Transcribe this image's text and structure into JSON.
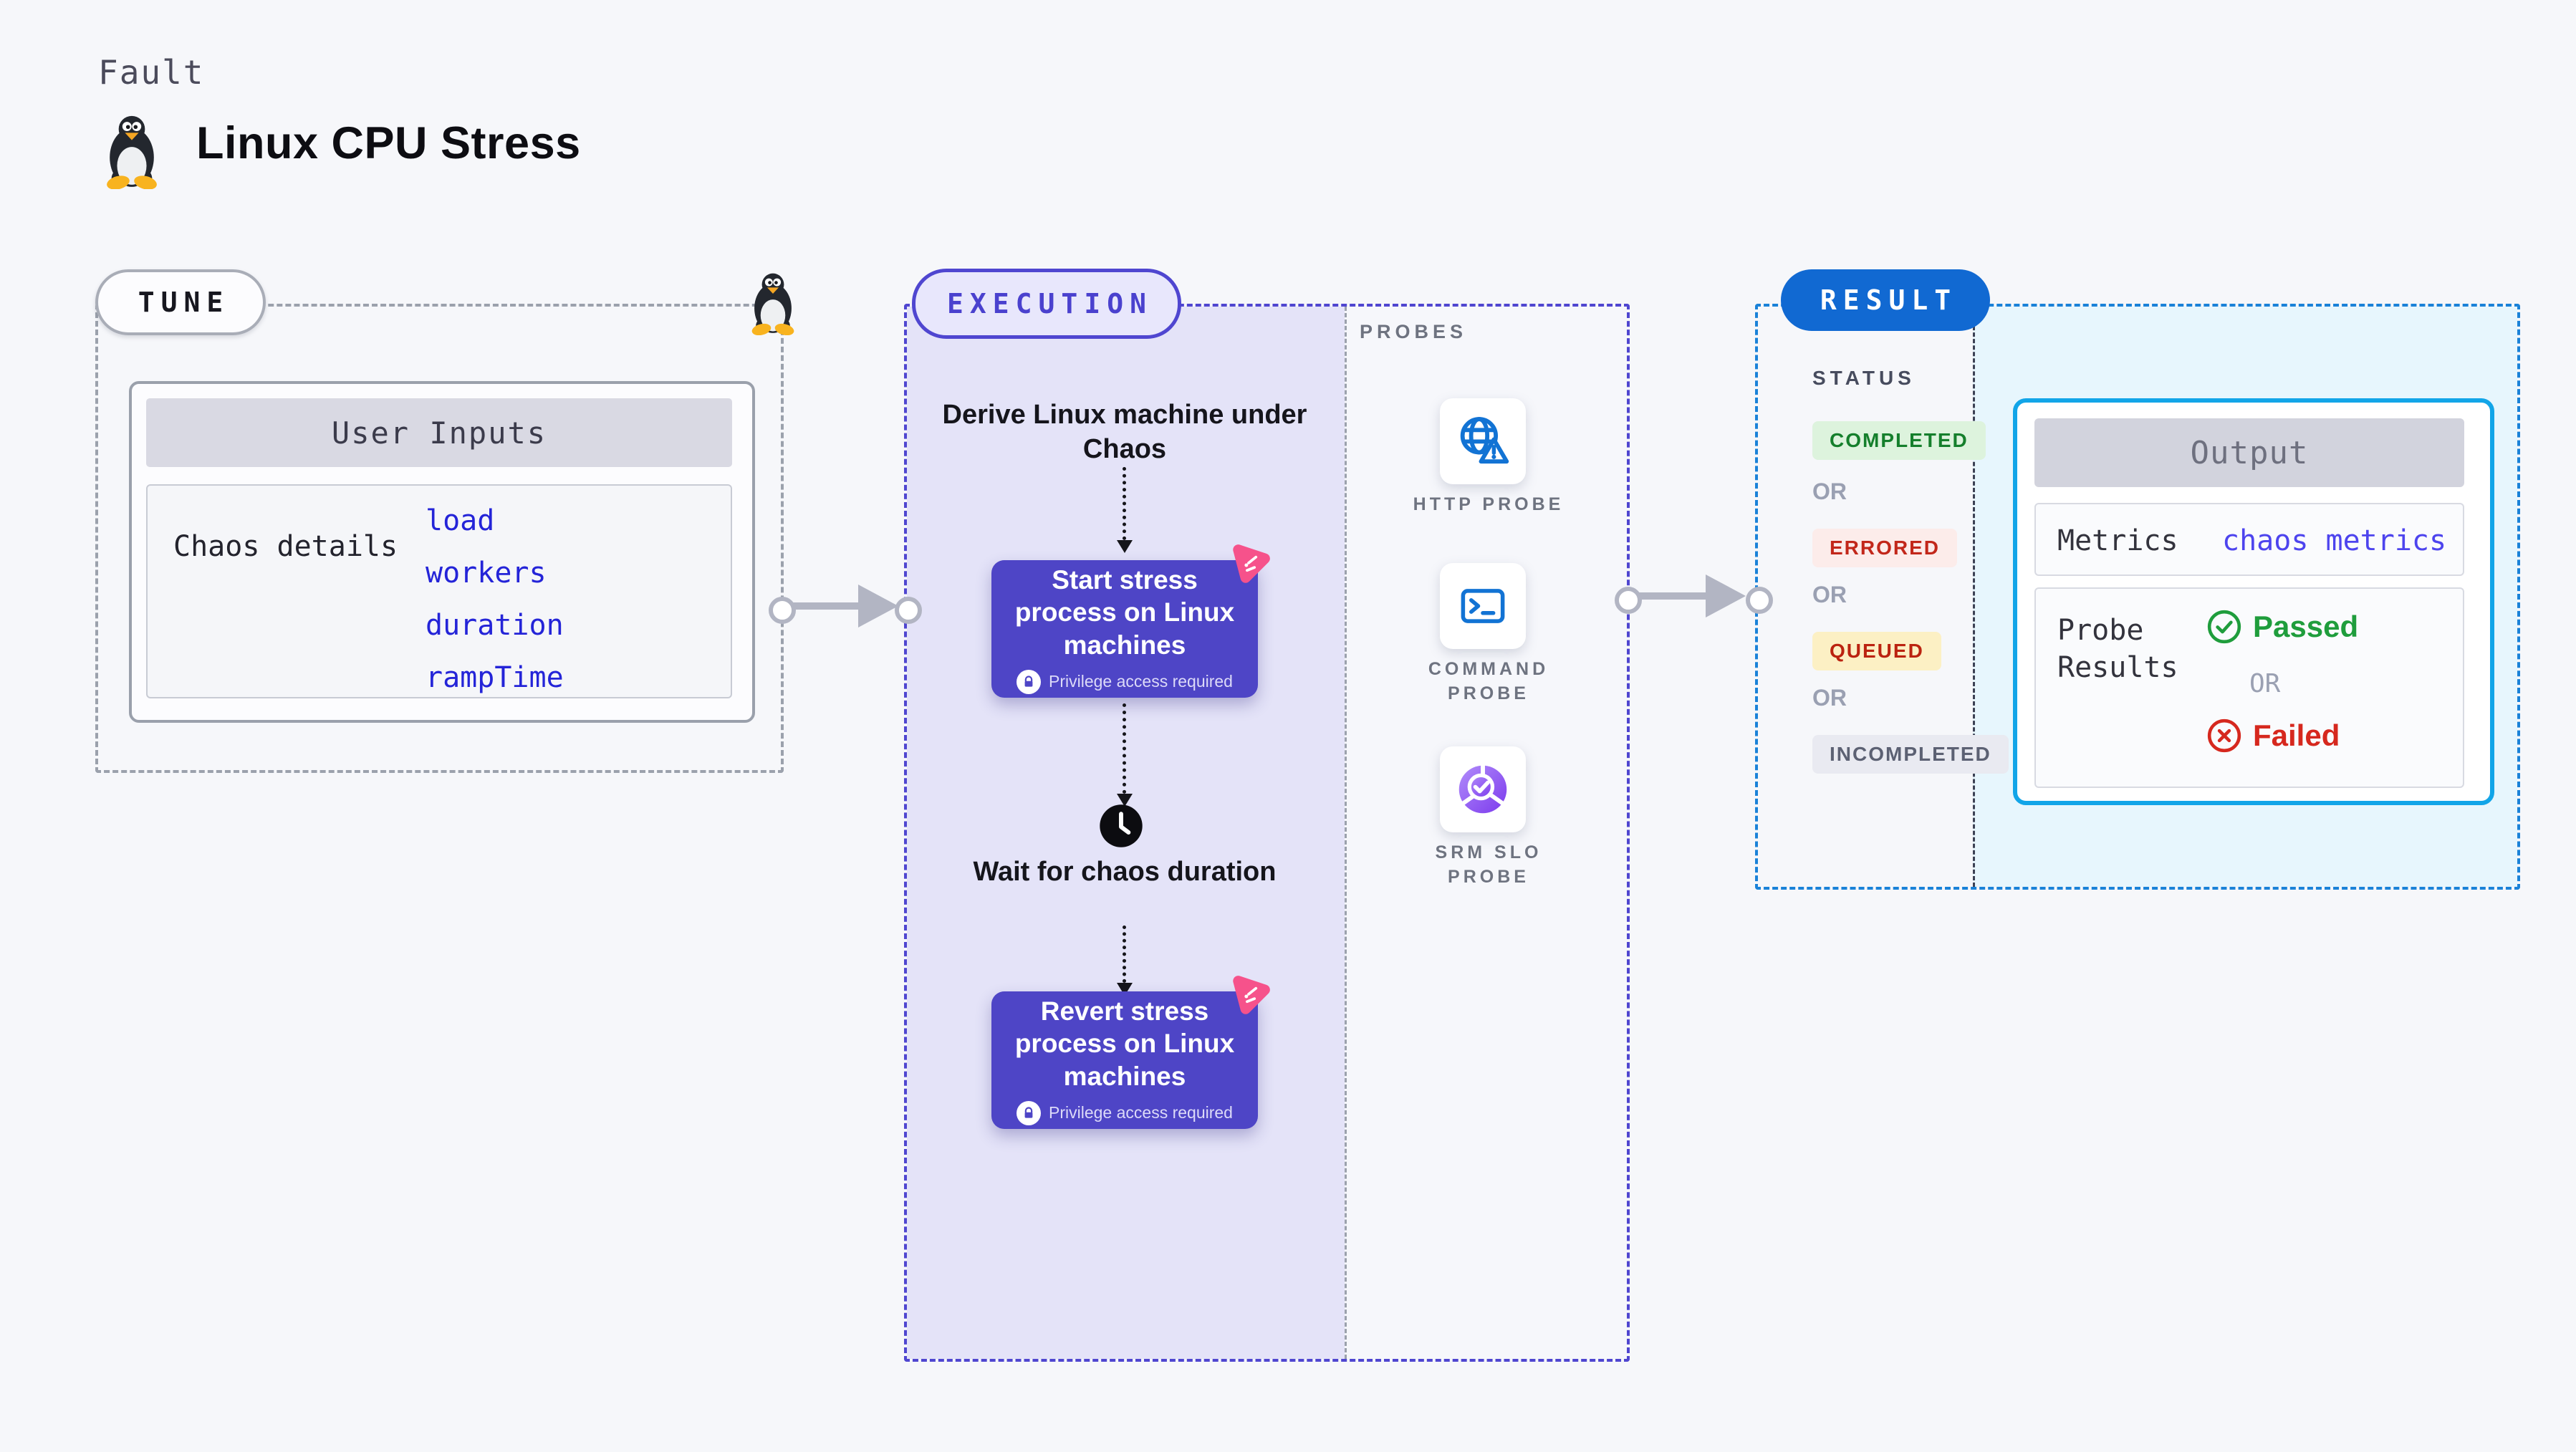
{
  "header": {
    "kicker": "Fault",
    "title": "Linux CPU Stress"
  },
  "tune": {
    "label": "TUNE",
    "card_title": "User Inputs",
    "row_label": "Chaos details",
    "inputs": [
      "load",
      "workers",
      "duration",
      "rampTime"
    ]
  },
  "execution": {
    "label": "EXECUTION",
    "derive_text": "Derive Linux machine under Chaos",
    "wait_text": "Wait for chaos duration",
    "cards": [
      {
        "title": "Start stress process on Linux machines",
        "badge": "Privilege access required"
      },
      {
        "title": "Revert stress process on Linux machines",
        "badge": "Privilege access required"
      }
    ]
  },
  "probes": {
    "label": "PROBES",
    "items": [
      {
        "name": "HTTP PROBE",
        "icon": "globe-alert-icon"
      },
      {
        "name": "COMMAND PROBE",
        "icon": "terminal-icon"
      },
      {
        "name": "SRM SLO PROBE",
        "icon": "slo-donut-icon"
      }
    ]
  },
  "result": {
    "label": "RESULT",
    "status_label": "STATUS",
    "or_label": "OR",
    "statuses": [
      {
        "text": "COMPLETED",
        "bg": "#ddf3dd",
        "color": "#157f2c"
      },
      {
        "text": "ERRORED",
        "bg": "#fcecea",
        "color": "#c2271a"
      },
      {
        "text": "QUEUED",
        "bg": "#fcf0c4",
        "color": "#bb2310"
      },
      {
        "text": "INCOMPLETED",
        "bg": "#e9eaf1",
        "color": "#5c6173"
      }
    ],
    "output": {
      "title": "Output",
      "metrics_label": "Metrics",
      "metrics_value": "chaos metrics",
      "probe_results_label": "Probe Results",
      "passed": "Passed",
      "failed": "Failed"
    }
  },
  "colors": {
    "page_bg": "#f6f7fa",
    "lavender_fill": "#e4e3f8",
    "indigo_accent": "#4f46d0",
    "node_purple": "#4e45c6",
    "chaos_pink": "#f6528b",
    "link_blue": "#2424d8",
    "result_blue": "#1169d2",
    "result_dash_blue": "#1a82d8",
    "cyan_border": "#12a5e8",
    "cyan_fill": "#e7f6fd",
    "probe_icon_blue": "#1273d4",
    "slo_purple": "#8b5cf6",
    "passed_green": "#1f9d3c",
    "failed_red": "#d6281e",
    "arrow_gray": "#b2b5c3"
  }
}
